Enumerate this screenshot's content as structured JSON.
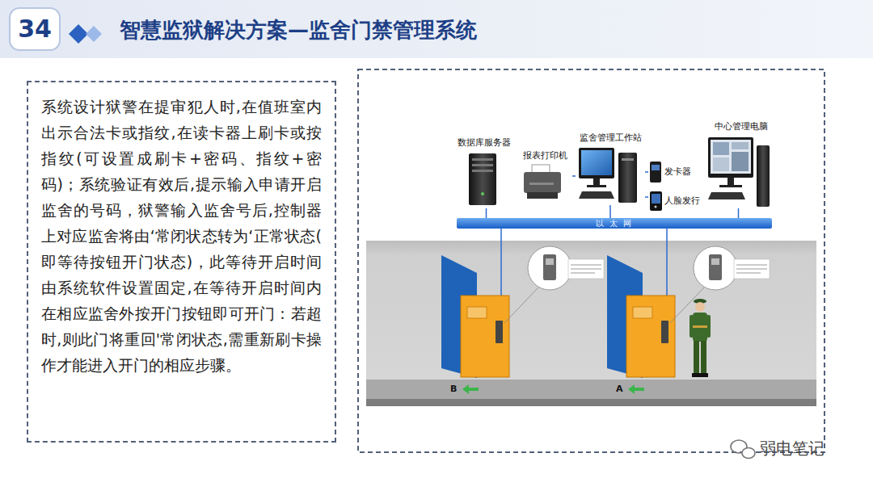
{
  "diagram": {
    "title": "智慧监狱解决方案—监舍门禁管理系统",
    "nodes": [
      {
        "text": [
          "系统设计狱警在提审犯人时,在值班室内出示合法卡或指纹,在读卡器上刷卡或按指纹(可设置成刷卡+密码、指纹+密码)；系统验证有效后,提示输入申请开启监舍的号码，狱警输入监舍号后,控制器上对应监舍将由‘常闭状态转为‘正常状态( 即等待按钮开门状态)，此等待开启时间由系统软件设置固定,在等待开启时间内在相应监舍外按开门按钮即可开门：若超时,则此门将重回'常闭状态,需重新刷卡操作才能进入开门的相应步骤。"
        ]
      },
      {
        "text": [
          "数据库服务器"
        ]
      },
      {
        "text": [
          "报表打印机"
        ]
      },
      {
        "text": [
          "监舍管理工作站"
        ]
      },
      {
        "text": [
          "发卡器"
        ]
      },
      {
        "text": [
          "人脸发行"
        ]
      },
      {
        "text": [
          "中心管理电脑"
        ]
      },
      {
        "text": [
          "以 太 网"
        ]
      }
    ],
    "edges": [
      {
        "from": 1,
        "to": 7,
        "arrow": "none"
      },
      {
        "from": 2,
        "to": 3,
        "arrow": "none"
      },
      {
        "from": 3,
        "to": 7,
        "arrow": "none"
      },
      {
        "from": 4,
        "to": 3,
        "arrow": "none"
      },
      {
        "from": 5,
        "to": 3,
        "arrow": "none"
      },
      {
        "from": 6,
        "to": 7,
        "arrow": "none"
      }
    ],
    "labels": [
      "34",
      "B",
      "A",
      "弱电笔记"
    ]
  }
}
